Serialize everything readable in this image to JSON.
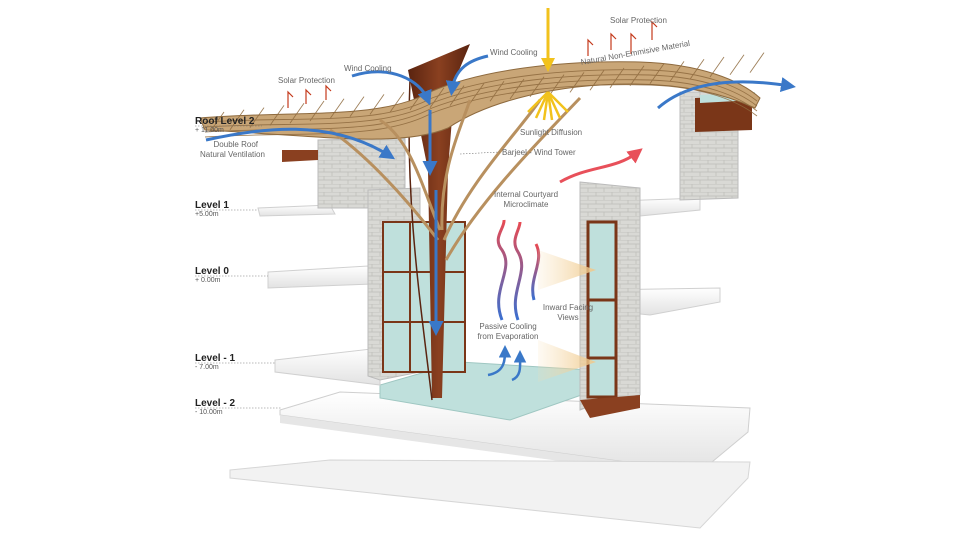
{
  "levels": [
    {
      "name": "Roof Level 2",
      "elevation": "+ 11.00m"
    },
    {
      "name": "Level 1",
      "elevation": "+5.00m"
    },
    {
      "name": "Level 0",
      "elevation": "+ 0.00m"
    },
    {
      "name": "Level - 1",
      "elevation": "- 7.00m"
    },
    {
      "name": "Level - 2",
      "elevation": "- 10.00m"
    }
  ],
  "annotations": {
    "solar_protection_left": "Solar Protection",
    "solar_protection_right": "Solar Protection",
    "wind_cooling_left": "Wind Cooling",
    "wind_cooling_right": "Wind Cooling",
    "natural_material": "Natural Non-Emmisive Material",
    "sunlight_diffusion": "Sunlight Diffusion",
    "barjeel": "Barjeel - Wind Tower",
    "double_roof_1": "Double Roof",
    "double_roof_2": "Natural Ventilation",
    "courtyard_1": "Internal Courtyard",
    "courtyard_2": "Microclimate",
    "views_1": "Inward Facing",
    "views_2": "Views",
    "passive_1": "Passive Cooling",
    "passive_2": "from Evaporation"
  },
  "colors": {
    "wood": "#b38a5c",
    "tower": "#7a3618",
    "glass": "#bfe0dc",
    "stone": "#d8d8d4",
    "cool_air": "#3a78c8",
    "warm_air": "#e8505a",
    "sun": "#f2c21c",
    "solar": "#c43a1c"
  }
}
